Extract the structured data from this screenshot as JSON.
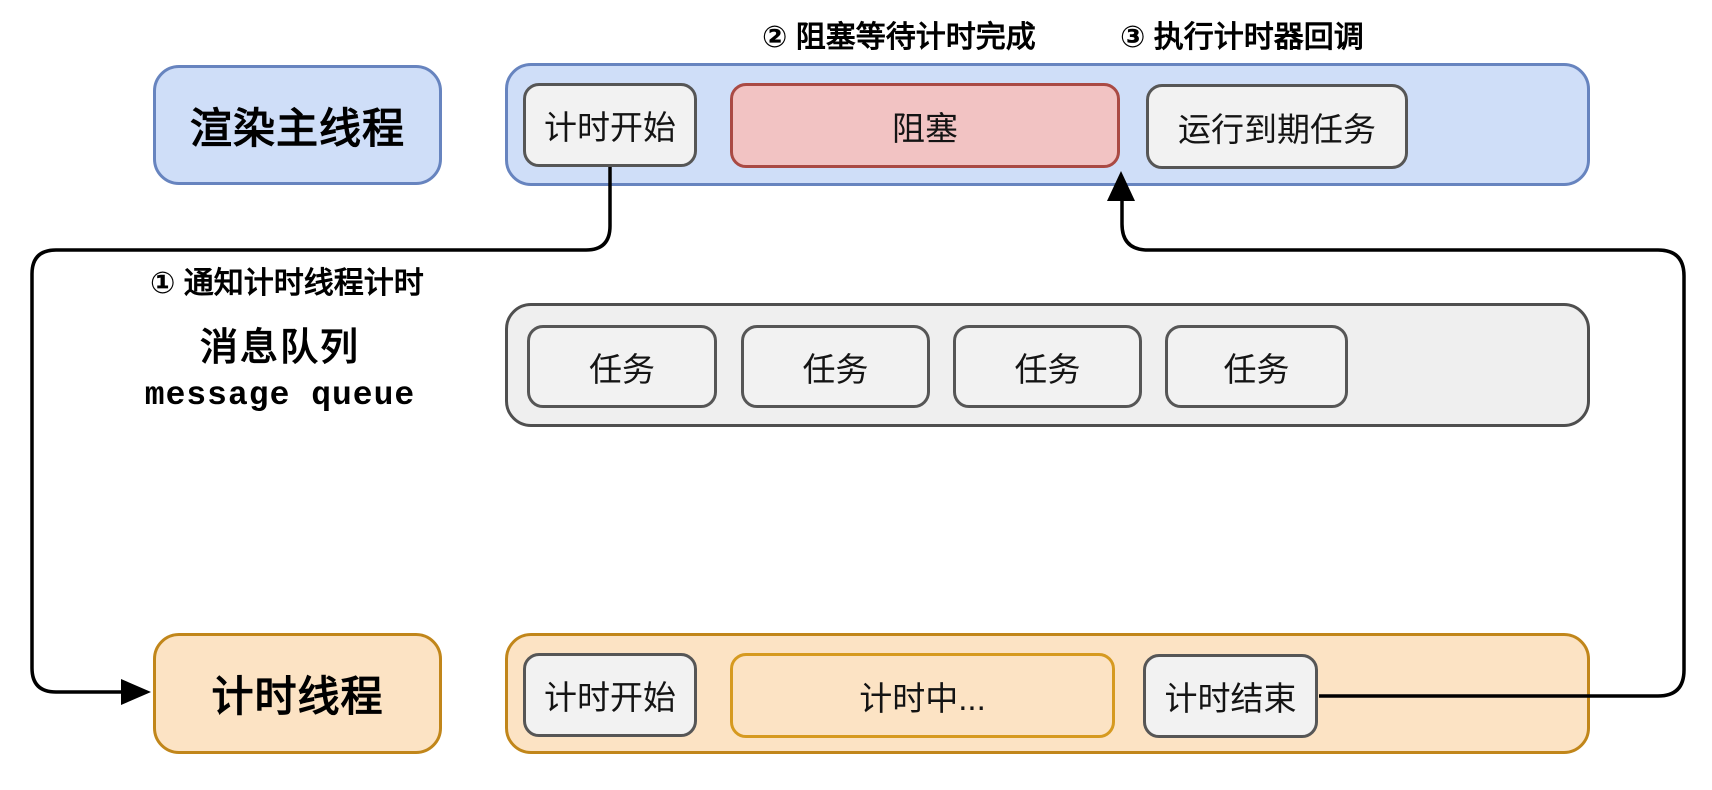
{
  "annotations": {
    "step1": "① 通知计时线程计时",
    "step2": "② 阻塞等待计时完成",
    "step3": "③ 执行计时器回调"
  },
  "main_thread": {
    "label": "渲染主线程",
    "timeline": {
      "timer_start": "计时开始",
      "blocked": "阻塞",
      "run_expired_tasks": "运行到期任务"
    }
  },
  "message_queue": {
    "label_zh": "消息队列",
    "label_en": "message queue",
    "tasks": [
      "任务",
      "任务",
      "任务",
      "任务"
    ]
  },
  "timer_thread": {
    "label": "计时线程",
    "timeline": {
      "timer_start": "计时开始",
      "timing": "计时中...",
      "timer_end": "计时结束"
    }
  },
  "colors": {
    "main_thread_fill": "#cfdef8",
    "main_thread_border": "#6784bf",
    "blocked_fill": "#f2c3c3",
    "blocked_border": "#aa4a44",
    "task_fill": "#f2f2f2",
    "task_border": "#565656",
    "queue_fill": "#efefef",
    "queue_border": "#4f4f4f",
    "timer_thread_fill": "#fce3c4",
    "timer_thread_border": "#c1861a",
    "timing_border": "#d69a20",
    "wire": "#000000"
  }
}
